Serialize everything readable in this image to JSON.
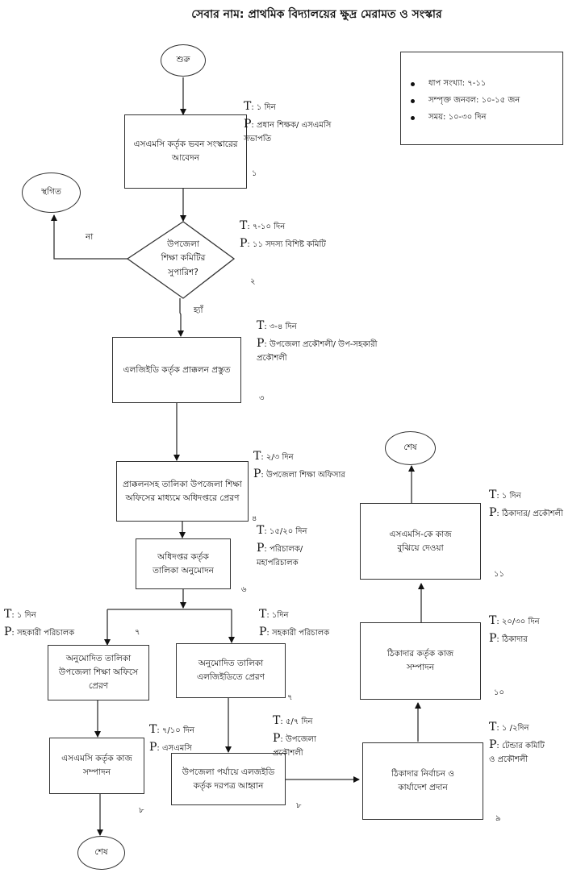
{
  "title": "সেবার নাম: প্রাথমিক বিদ্যালয়ের ক্ষুদ্র মেরামত ও সংস্কার",
  "info_box": {
    "items": [
      "ধাপ সংখ্যা: ৭-১১",
      "সম্পৃক্ত জনবল: ১০-১৫ জন",
      "সময়: ১০-৩০ দিন"
    ]
  },
  "terminals": {
    "start": "শুরু",
    "postponed": "স্থগিত",
    "end_left": "শেষ",
    "end_right": "শেষ"
  },
  "decision": {
    "text_lines": [
      "উপজেলা",
      "শিক্ষা কমিটির",
      "সুপারিশ?"
    ],
    "no_label": "না",
    "yes_label": "হ্যাঁ"
  },
  "steps": [
    {
      "id": "s1",
      "text": "এসএমসি কর্তৃক ভবন সংস্কারের  আবেদন",
      "num": "১",
      "t": "১ দিন",
      "p": "প্রধান শিক্ষক/ এসএমসি",
      "p2": "সভাপতি"
    },
    {
      "id": "s2",
      "num": "২",
      "t": "৭-১০ দিন",
      "p": "১১ সদস্য বিশিষ্ট কমিটি",
      "p2": ""
    },
    {
      "id": "s3",
      "text": "এলজিইডি কর্তৃক প্রাক্কলন প্রস্তুত",
      "num": "৩",
      "t": "৩-৪ দিন",
      "p": "উপজেলা প্রকৌশলী/ উপ-সহকারী",
      "p2": "প্রকৌশলী"
    },
    {
      "id": "s4",
      "text": "প্রাক্কলনসহ তালিকা উপজেলা শিক্ষা অফিসের মাধ্যমে অধিদপ্তরে প্রেরণ",
      "num": "৪",
      "t": "২/৩ দিন",
      "p": "উপজেলা শিক্ষা অফিসার",
      "p2": ""
    },
    {
      "id": "s6",
      "text": "অধিদপ্তর কর্তৃক তালিকা অনুমোদন",
      "num": "৬",
      "t": "১৫/২০ দিন",
      "p": "পরিচালক/",
      "p2": "মহাপরিচালক"
    },
    {
      "id": "s7a",
      "text": "অনুমোদিত তালিকা উপজেলা শিক্ষা অফিসে প্রেরণ",
      "num": "৭",
      "t": "১ দিন",
      "p": "সহকারী পরিচালক",
      "p2": ""
    },
    {
      "id": "s7b",
      "text": "অনুমোদিত তালিকা এলজিইডিতে প্রেরণ",
      "num": "৭",
      "t": "১দিন",
      "p": "সহকারী পরিচালক",
      "p2": ""
    },
    {
      "id": "s8a",
      "text": "এসএমসি কর্তৃক কাজ সম্পাদন",
      "num": "৮",
      "t": "৭/১০ দিন",
      "p": "এসএমসি",
      "p2": ""
    },
    {
      "id": "s8b",
      "text": "উপজেলা পর্যায়ে এলজইডি কর্তৃক দরপত্র আহ্বান",
      "num": "৮",
      "t": "৫/৭ দিন",
      "p": "উপজেলা",
      "p2": "প্রকৌশলী"
    },
    {
      "id": "s9",
      "text": "ঠিকাদার নির্বাচন ও কার্যাদেশ প্রদান",
      "num": "৯",
      "t": "১ /২দিন",
      "p": "টেন্ডার কমিটি",
      "p2": "ও প্রকৌশলী"
    },
    {
      "id": "s10",
      "text": "ঠিকাদার কর্তৃক কাজ সম্পাদন",
      "num": "১০",
      "t": "২০/৩০ দিন",
      "p": "ঠিকাদার",
      "p2": ""
    },
    {
      "id": "s11",
      "text": "এসএমসি-কে কাজ বুঝিয়ে দেওয়া",
      "num": "১১",
      "t": "১ দিন",
      "p": "ঠিকাদার/ প্রকৌশলী",
      "p2": ""
    }
  ],
  "annotation_keys": {
    "time": "T",
    "person": "P"
  }
}
